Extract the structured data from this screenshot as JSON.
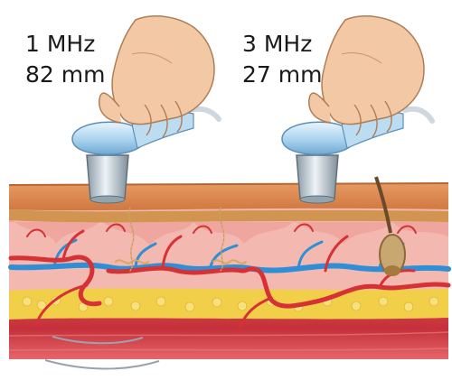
{
  "probes": [
    {
      "frequency": "1 MHz",
      "depth": "82 mm"
    },
    {
      "frequency": "3 MHz",
      "depth": "27 mm"
    }
  ],
  "colors": {
    "epidermis": "#d9844e",
    "dermis": "#f3b8b0",
    "fat": "#f2cf48",
    "muscle": "#c5303a",
    "artery": "#d63235",
    "vein": "#2f8fd6",
    "hand": "#f2c9a4",
    "probe_head": "#a9d2ee"
  },
  "icons": [
    "hand-icon",
    "ultrasound-probe-icon",
    "hair-follicle-icon",
    "sound-wave-icon"
  ]
}
